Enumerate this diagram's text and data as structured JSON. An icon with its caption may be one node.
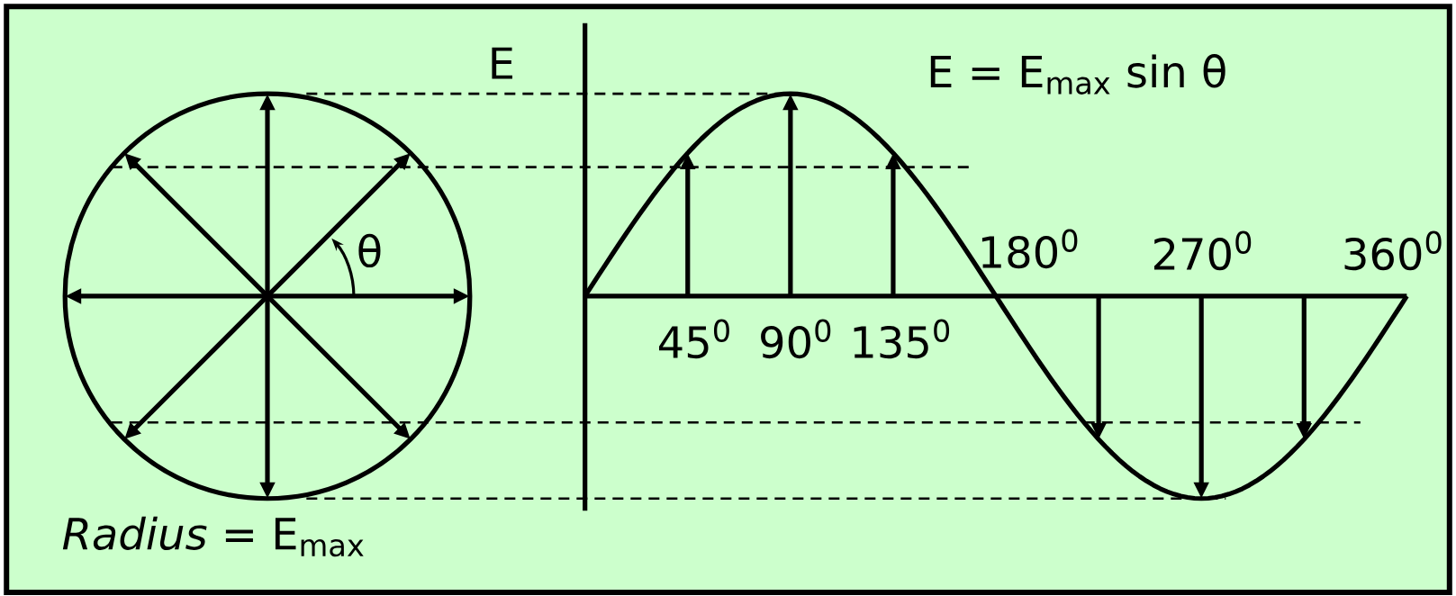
{
  "diagram": {
    "labels": [
      "E",
      "E = E$_{max}$ sin θ",
      "θ",
      "180$^{0}$",
      "270$^{0}$",
      "360$^{0}$",
      "45$^{0}$",
      "90$^{0}$",
      "135$^{0}$",
      "*Radius* = E$_{max}$"
    ]
  }
}
